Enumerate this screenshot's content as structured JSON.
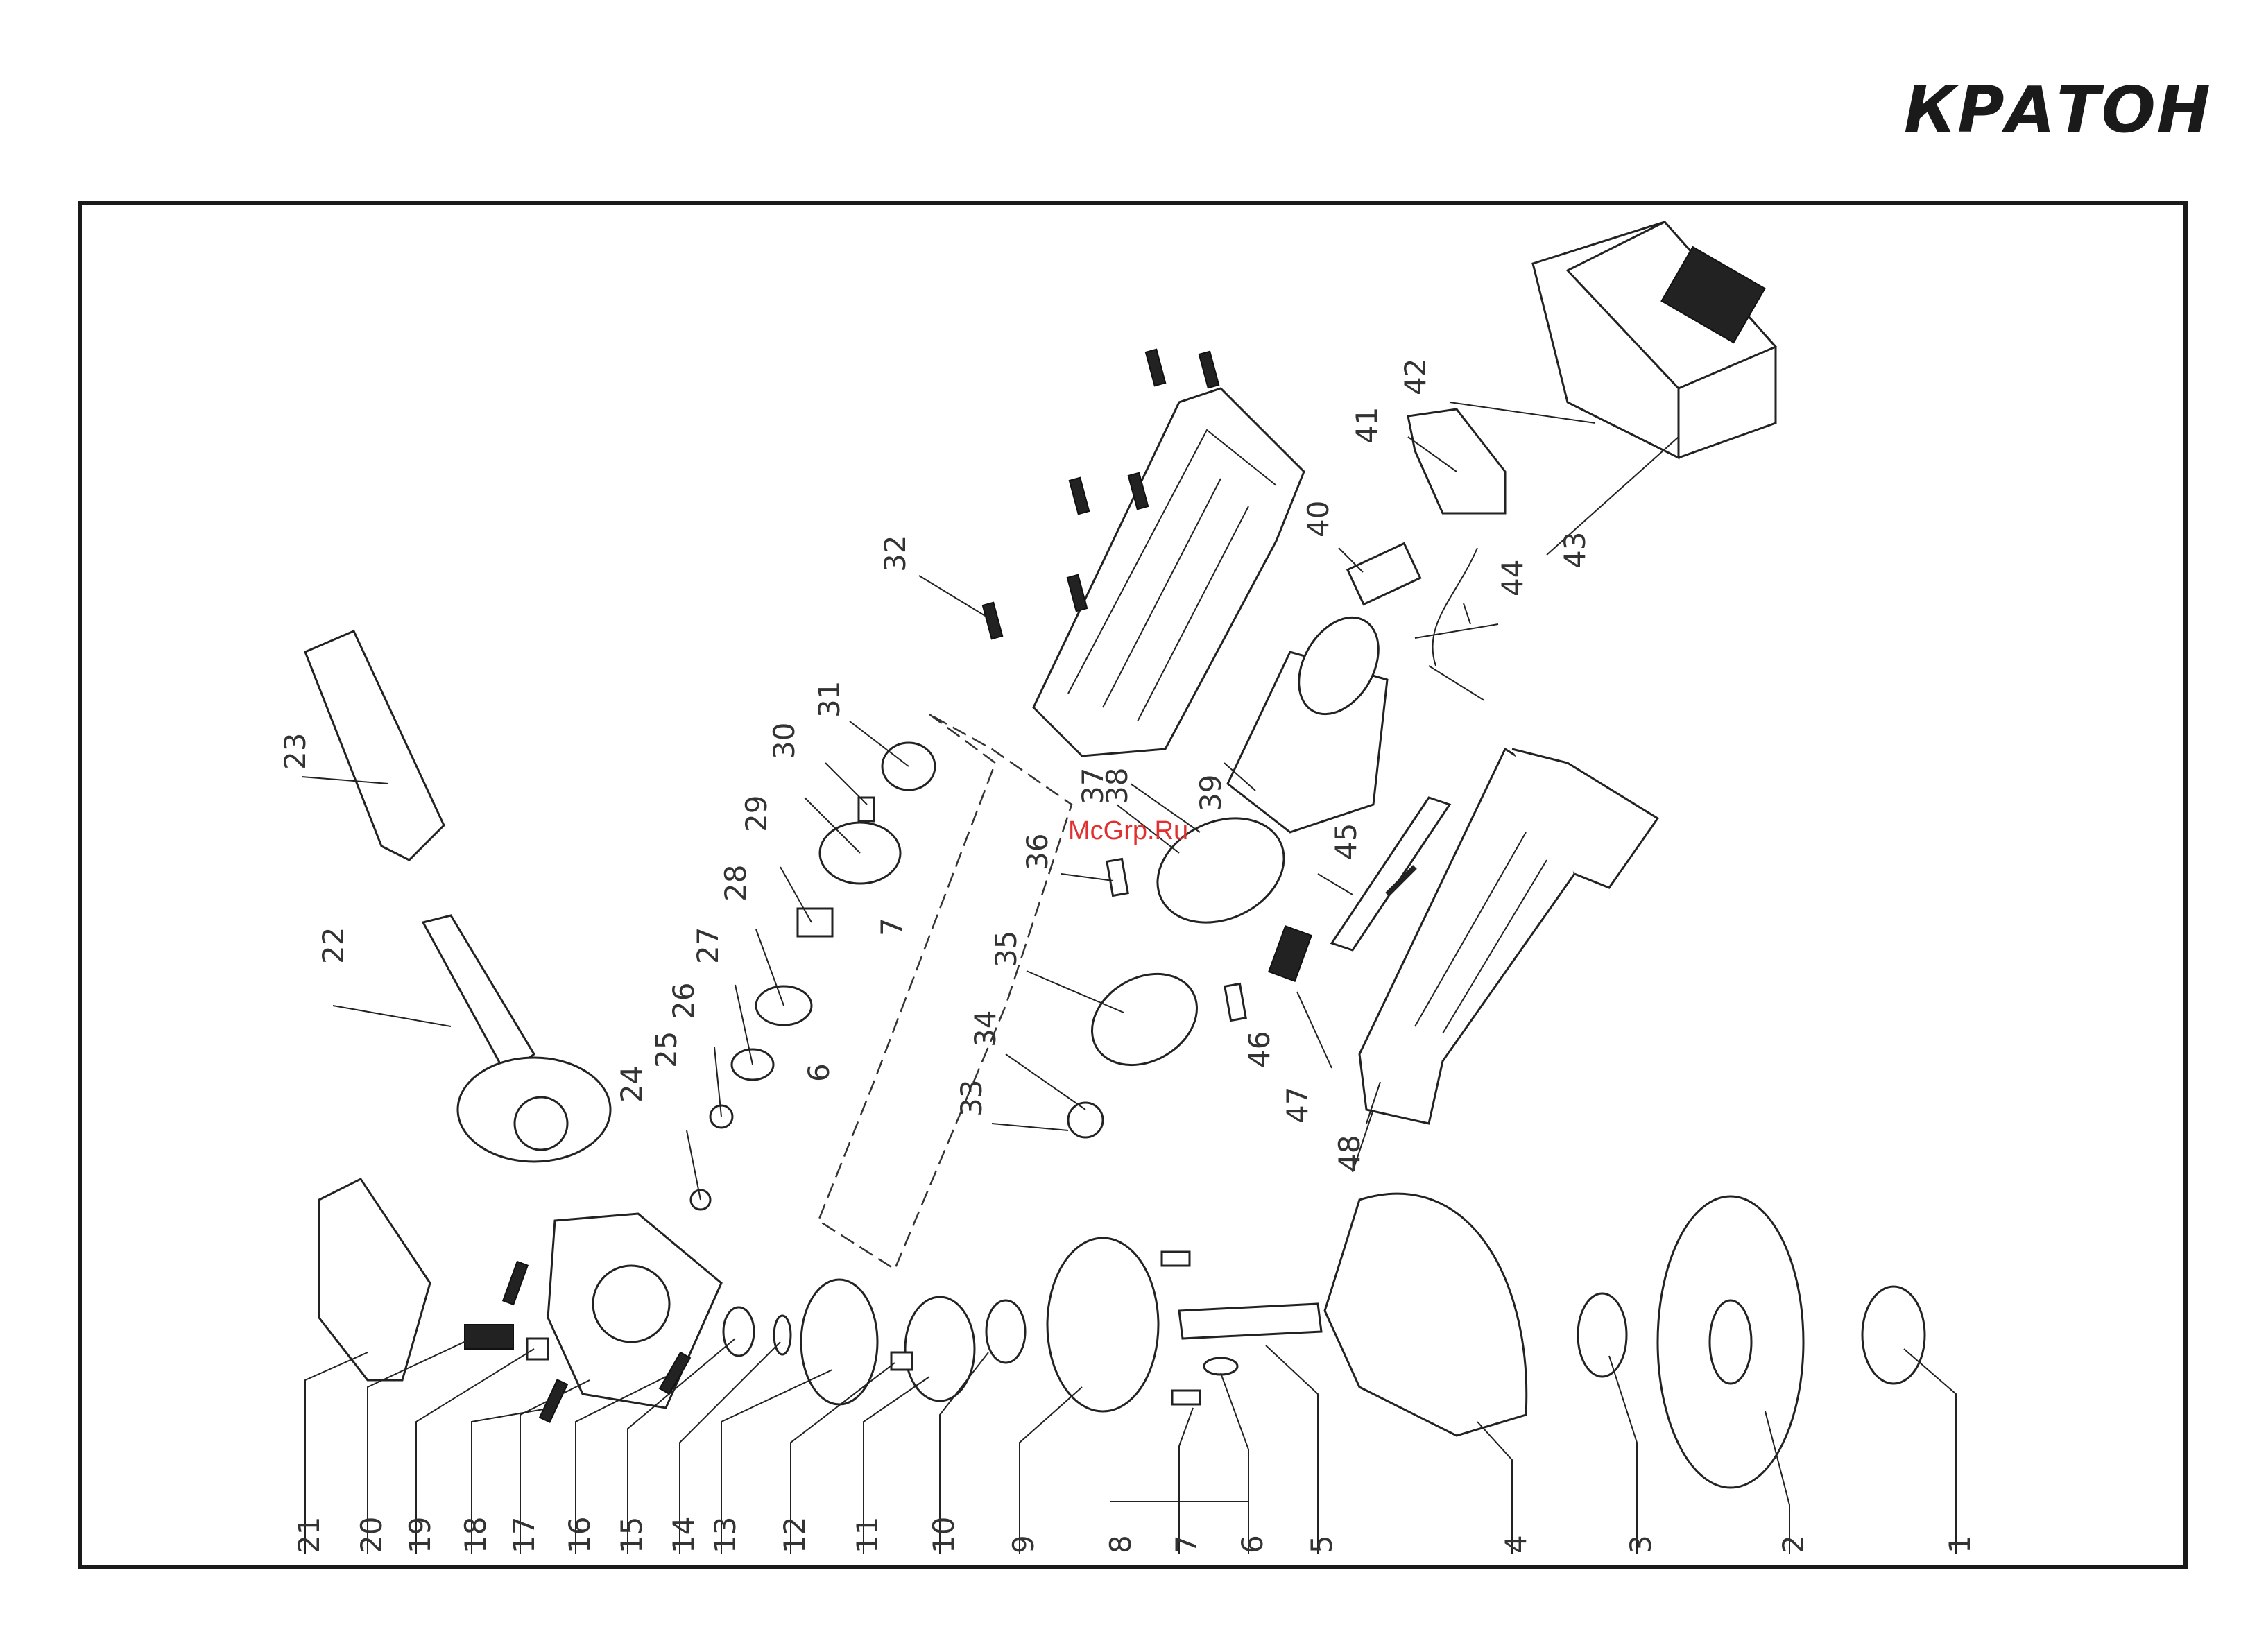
{
  "brand": {
    "logo_text": "КРАТОН"
  },
  "watermark": "McGrp.Ru",
  "part_numbers": [
    "1",
    "2",
    "3",
    "4",
    "5",
    "6",
    "7",
    "8",
    "9",
    "10",
    "11",
    "12",
    "13",
    "14",
    "15",
    "16",
    "17",
    "18",
    "19",
    "20",
    "21",
    "22",
    "23",
    "24",
    "25",
    "26",
    "27",
    "28",
    "29",
    "30",
    "31",
    "32",
    "33",
    "34",
    "35",
    "36",
    "37",
    "38",
    "39",
    "40",
    "41",
    "42",
    "43",
    "44",
    "45",
    "46",
    "47",
    "48",
    "6",
    "7"
  ],
  "colors": {
    "line": "#222222",
    "watermark": "#e03030",
    "background": "#ffffff"
  }
}
